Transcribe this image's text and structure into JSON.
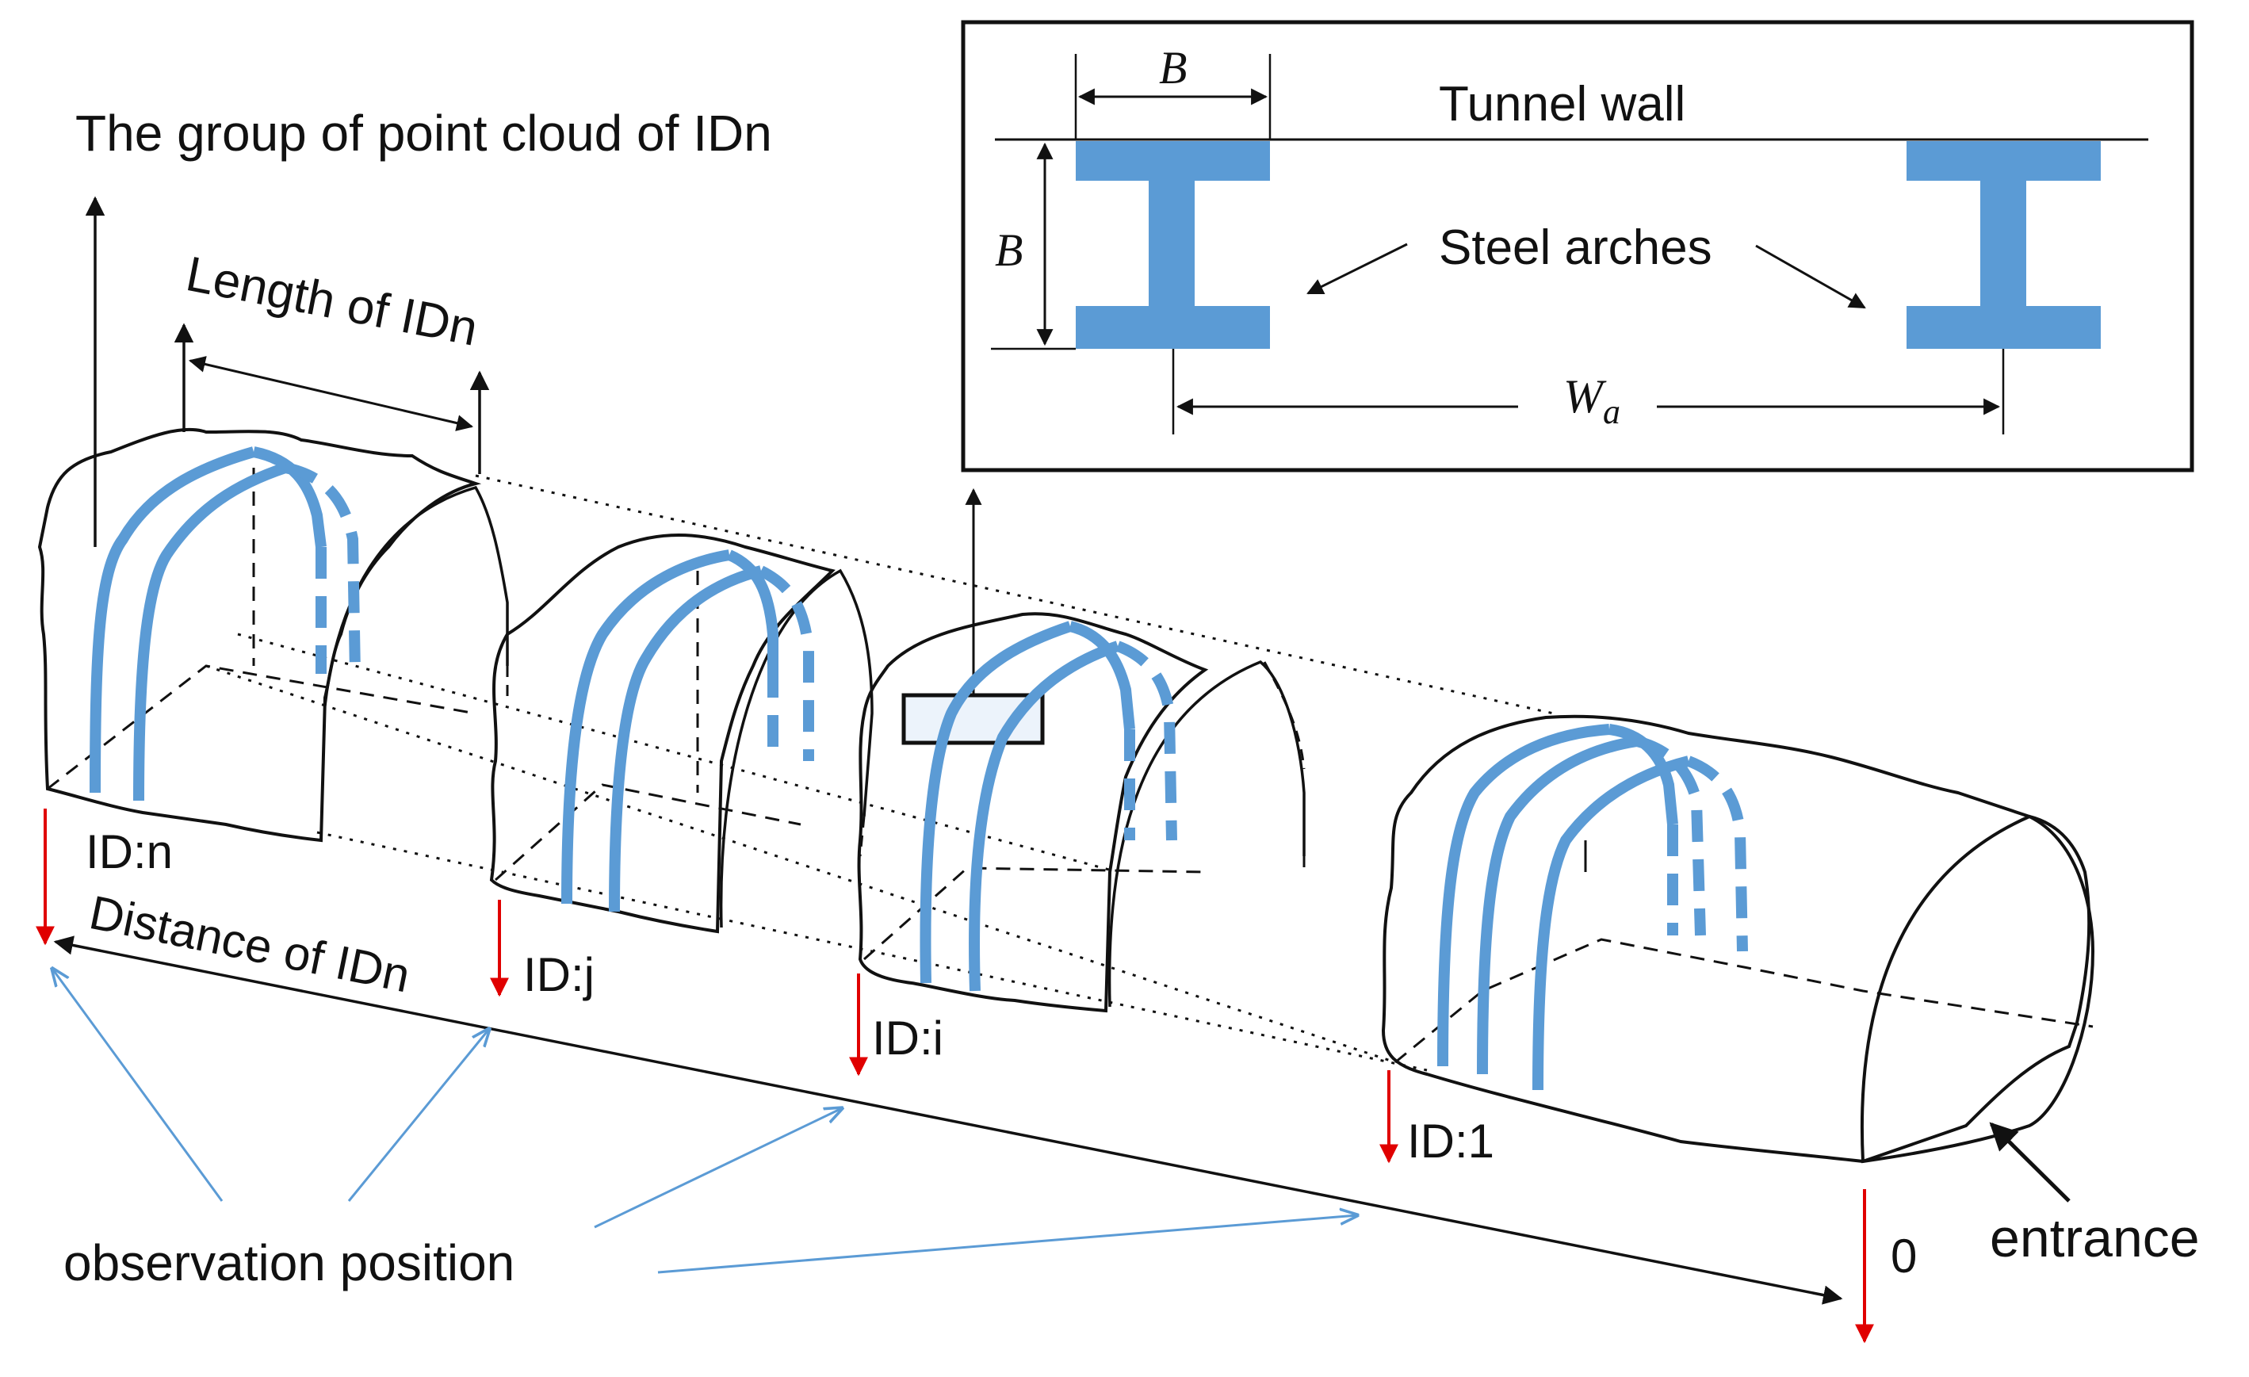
{
  "labels": {
    "group_point_cloud": "The group of point cloud of IDn",
    "length_of_idn": "Length of IDn",
    "distance_of_idn": "Distance of IDn",
    "observation_position": "observation position",
    "entrance": "entrance",
    "zero": "0",
    "id_n": "ID:n",
    "id_j": "ID:j",
    "id_i": "ID:i",
    "id_1": "ID:1"
  },
  "inset": {
    "tunnel_wall": "Tunnel wall",
    "steel_arches": "Steel arches",
    "dim_b_horizontal": "B",
    "dim_b_vertical": "B",
    "dim_wa_main": "W",
    "dim_wa_sub": "a"
  },
  "colors": {
    "arch_blue": "#5b9bd5",
    "marker_red": "#e00000",
    "observation_arrow": "#5b9bd5",
    "outline": "#111111"
  }
}
